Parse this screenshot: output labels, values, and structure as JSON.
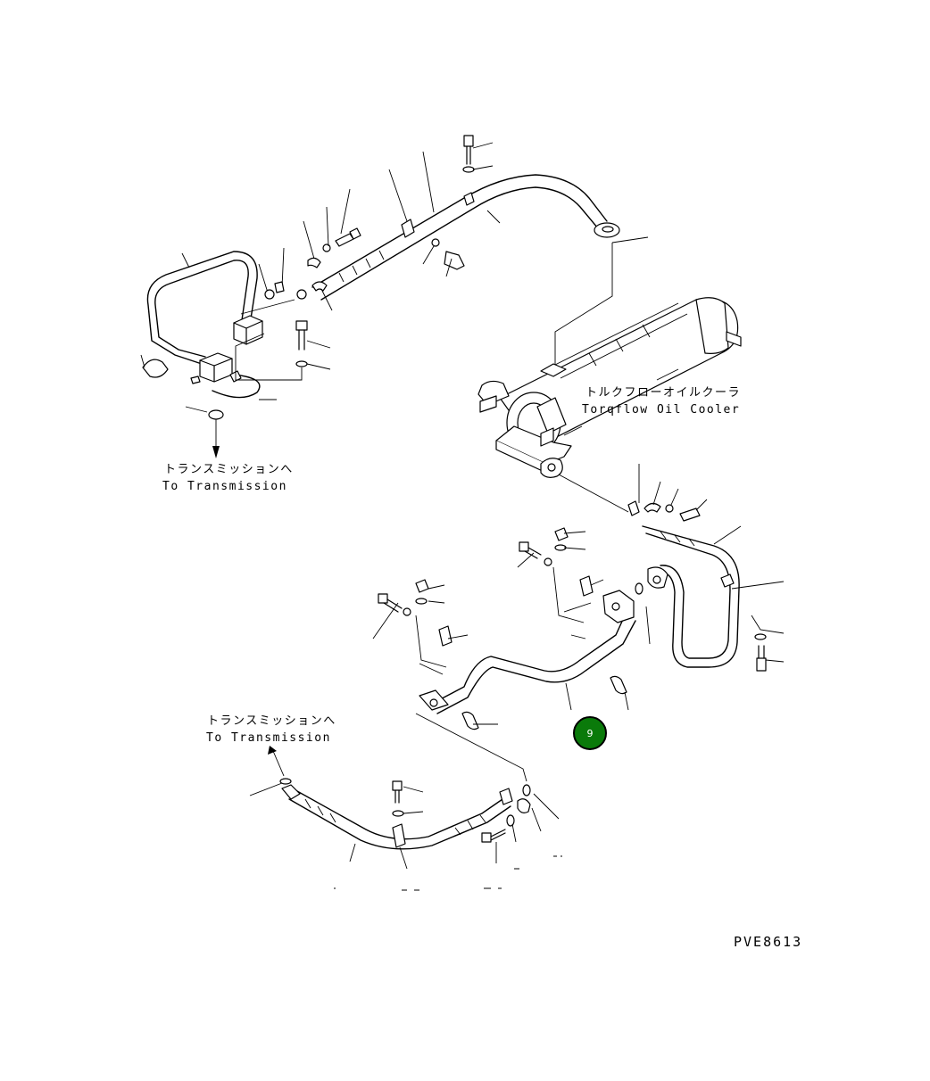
{
  "labels": {
    "oil_cooler_jp": "トルクフローオイルクーラ",
    "oil_cooler_en": "Torqflow Oil Cooler",
    "to_transmission_upper_jp": "トランスミッションへ",
    "to_transmission_upper_en": "To Transmission",
    "to_transmission_lower_jp": "トランスミッションへ",
    "to_transmission_lower_en": "To Transmission"
  },
  "drawing_code": "PVE8613",
  "marker": {
    "label": "9",
    "color": "#0a7a0a"
  }
}
